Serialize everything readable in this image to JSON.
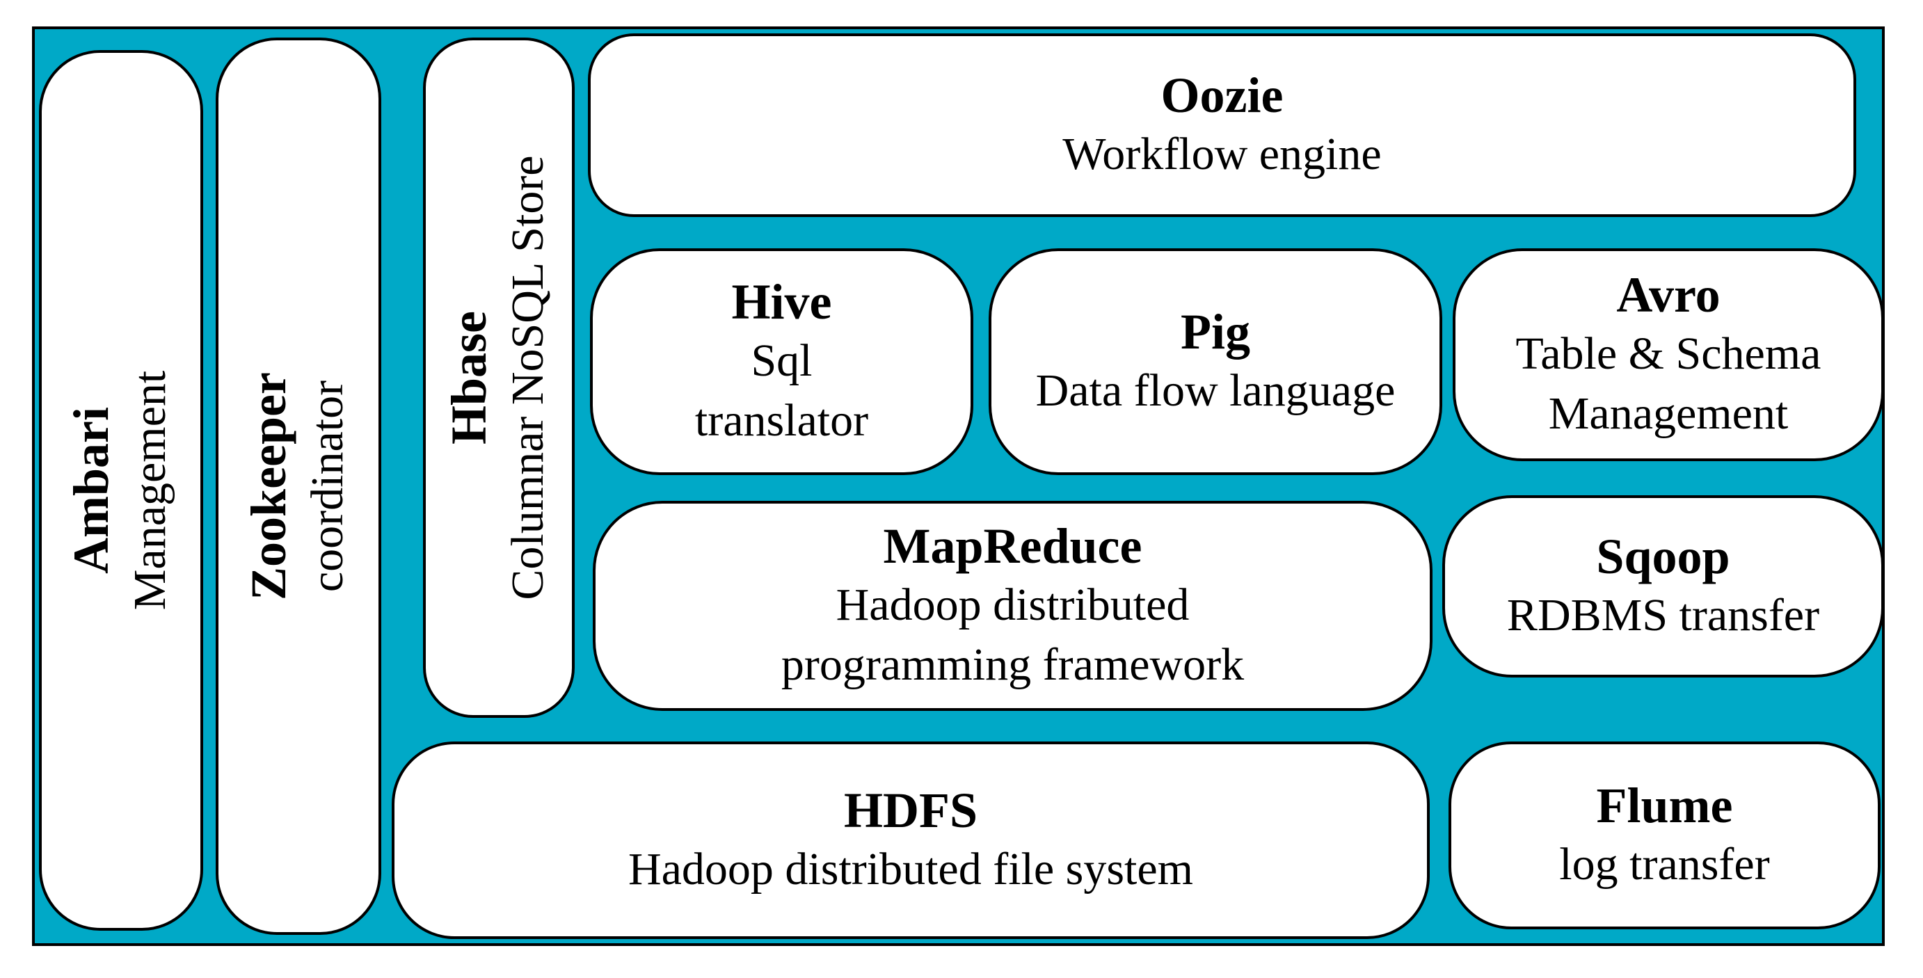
{
  "colors": {
    "background": "#00A9C7",
    "box_fill": "#FFFFFF",
    "stroke": "#000000"
  },
  "components": {
    "ambari": {
      "title": "Ambari",
      "desc": "Management"
    },
    "zookeeper": {
      "title": "Zookeeper",
      "desc": "coordinator"
    },
    "hbase": {
      "title": "Hbase",
      "desc": "Columnar NoSQL Store"
    },
    "oozie": {
      "title": "Oozie",
      "desc": "Workflow engine"
    },
    "hive": {
      "title": "Hive",
      "desc": "Sql\ntranslator"
    },
    "pig": {
      "title": "Pig",
      "desc": "Data flow language"
    },
    "avro": {
      "title": "Avro",
      "desc": "Table & Schema\nManagement"
    },
    "mapreduce": {
      "title": "MapReduce",
      "desc": "Hadoop distributed\nprogramming framework"
    },
    "sqoop": {
      "title": "Sqoop",
      "desc": "RDBMS transfer"
    },
    "hdfs": {
      "title": "HDFS",
      "desc": "Hadoop distributed file system"
    },
    "flume": {
      "title": "Flume",
      "desc": "log transfer"
    }
  }
}
